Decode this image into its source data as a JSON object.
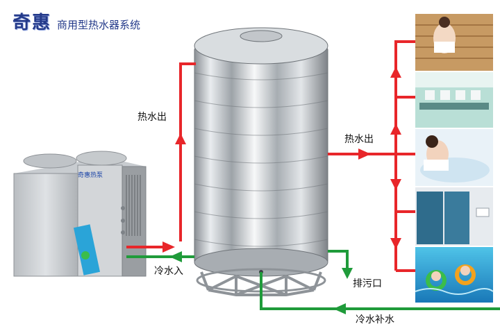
{
  "brand": {
    "logo": "奇惠",
    "subtitle": "商用型热水器系统"
  },
  "heat_pump": {
    "panel_text": "奇惠热泵"
  },
  "labels": {
    "hot_out_left": "热水出",
    "hot_out_right": "热水出",
    "cold_in": "冷水入",
    "drain": "排污口",
    "cold_supply": "冷水补水"
  },
  "colors": {
    "hot_pipe": "#e8262a",
    "cold_pipe": "#1f9b3a",
    "brand": "#243a8a"
  },
  "scenes": [
    {
      "name": "sauna"
    },
    {
      "name": "washroom"
    },
    {
      "name": "bathtub"
    },
    {
      "name": "restroom"
    },
    {
      "name": "swimming-pool"
    }
  ]
}
